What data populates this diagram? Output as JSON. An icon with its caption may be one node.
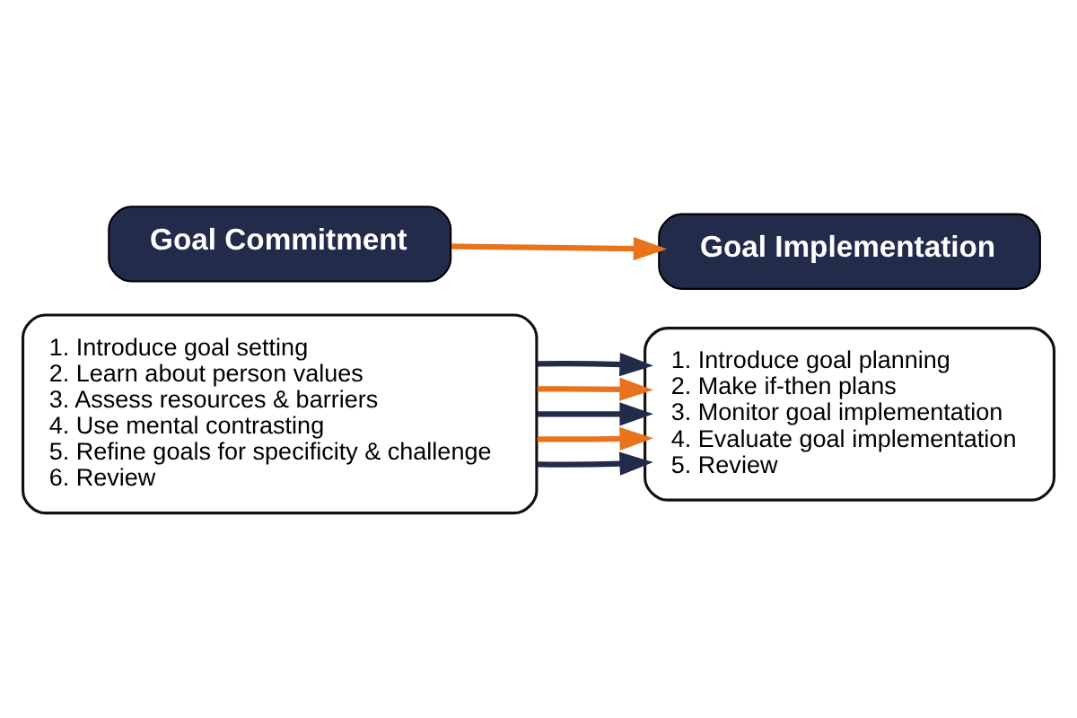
{
  "diagram": {
    "nodes": [
      {
        "text": [
          "Goal Commitment"
        ]
      },
      {
        "text": [
          "Goal Implementation"
        ]
      },
      {
        "text": [
          "1. Introduce goal setting",
          "2. Learn about person values",
          "3. Assess resources & barriers",
          "4. Use mental contrasting",
          "5. Refine goals for specificity & challenge",
          "6. Review"
        ]
      },
      {
        "text": [
          "1. Introduce goal planning",
          "2. Make if-then plans",
          "3. Monitor goal implementation",
          "4. Evaluate goal implementation",
          "5. Review"
        ]
      }
    ],
    "edges": [
      {
        "from": 0,
        "to": 1,
        "arrow": "to",
        "color": "#e8731c"
      },
      {
        "from": 2,
        "to": 3,
        "arrow": "to",
        "color": "#222b4a"
      },
      {
        "from": 2,
        "to": 3,
        "arrow": "to",
        "color": "#e8731c"
      },
      {
        "from": 2,
        "to": 3,
        "arrow": "to",
        "color": "#222b4a"
      },
      {
        "from": 2,
        "to": 3,
        "arrow": "to",
        "color": "#e8731c"
      },
      {
        "from": 2,
        "to": 3,
        "arrow": "to",
        "color": "#222b4a"
      }
    ]
  }
}
